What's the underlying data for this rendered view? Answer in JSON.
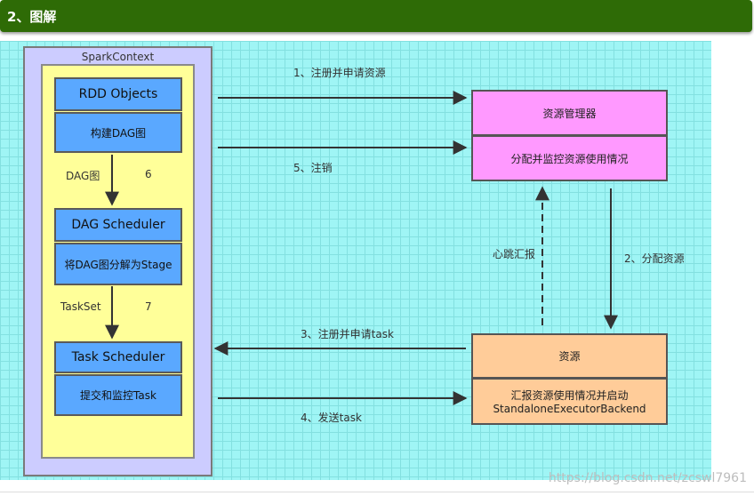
{
  "section": {
    "title": "2、图解"
  },
  "spark_context": {
    "title": "SparkContext"
  },
  "rdd_objects": {
    "title": "RDD  Objects",
    "body": "构建DAG图"
  },
  "dag_scheduler": {
    "title": "DAG Scheduler",
    "body": "将DAG图分解为Stage"
  },
  "task_scheduler": {
    "title": "Task Scheduler",
    "body": "提交和监控Task"
  },
  "resource_manager": {
    "title": "资源管理器",
    "body": "分配并监控资源使用情况"
  },
  "resource": {
    "title": "资源",
    "body_line1": "汇报资源使用情况并启动",
    "body_line2": "StandaloneExecutorBackend"
  },
  "edges": {
    "dag_graph": "DAG图",
    "dag_graph_num": "6",
    "task_set": "TaskSet",
    "task_set_num": "7",
    "register_resource": "1、注册并申请资源",
    "unregister": "5、注销",
    "allocate": "2、分配资源",
    "heartbeat": "心跳汇报",
    "register_task": "3、注册并申请task",
    "send_task": "4、发送task"
  },
  "watermark": "https://blog.csdn.net/zcswl7961"
}
